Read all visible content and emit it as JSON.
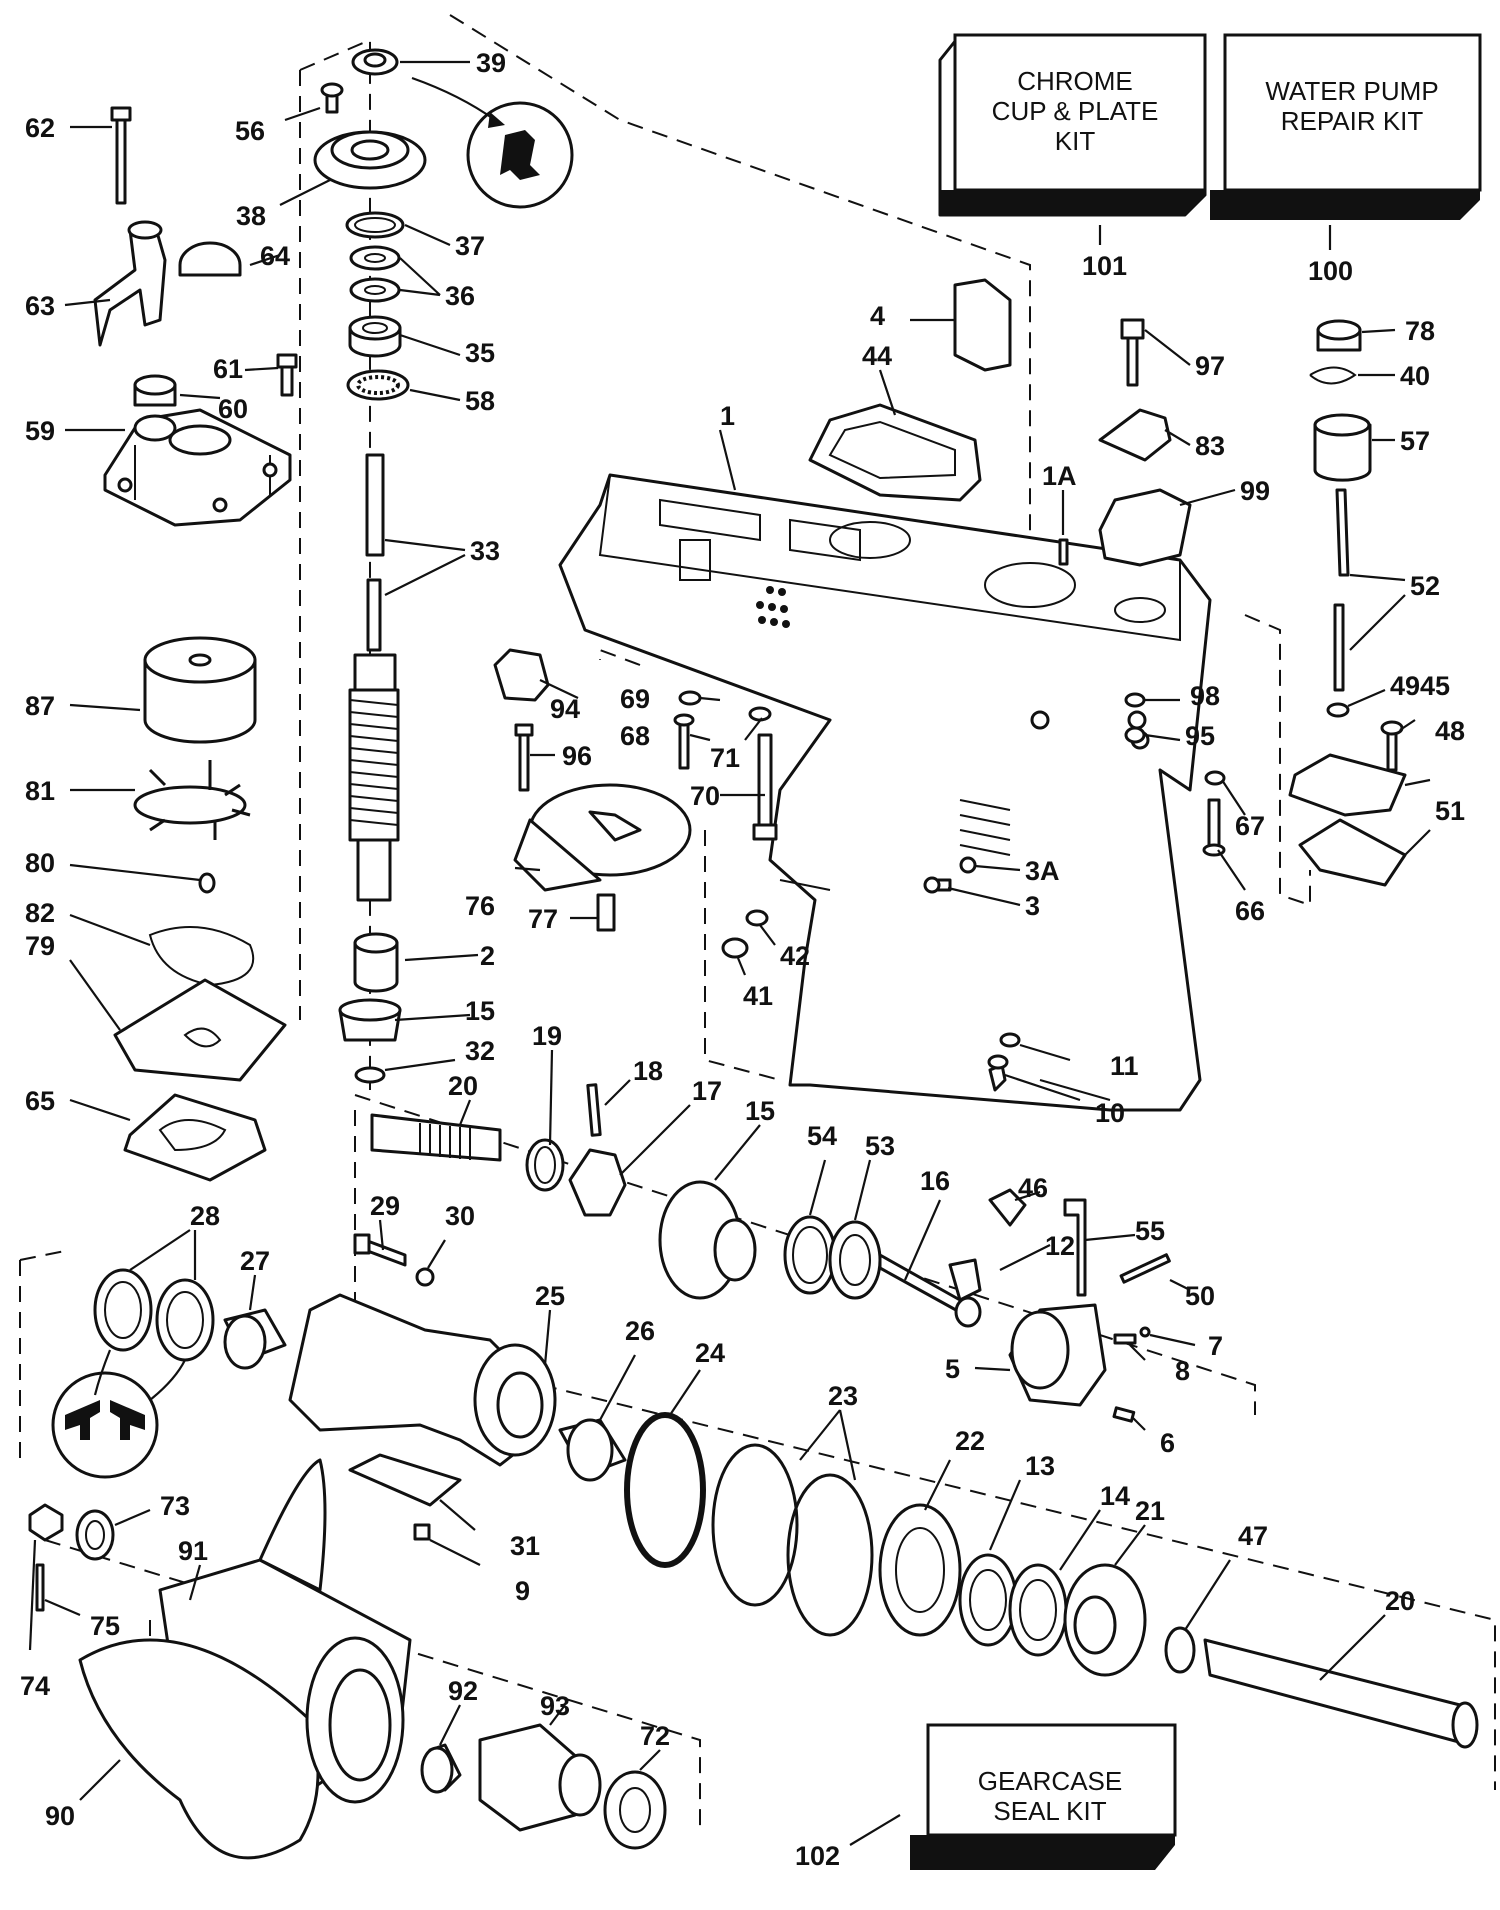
{
  "kits": {
    "chrome_cup": {
      "lines": [
        "CHROME",
        "CUP & PLATE",
        "KIT"
      ],
      "number": "101"
    },
    "water_pump": {
      "lines": [
        "WATER PUMP",
        "REPAIR KIT"
      ],
      "number": "100"
    },
    "gearcase_seal": {
      "lines": [
        "GEARCASE",
        "SEAL KIT"
      ],
      "number": "102"
    }
  },
  "callouts": {
    "p1": "1",
    "p1a": "1A",
    "p2": "2",
    "p3": "3",
    "p3a": "3A",
    "p4": "4",
    "p5": "5",
    "p6": "6",
    "p7": "7",
    "p8": "8",
    "p9": "9",
    "p10": "10",
    "p11": "11",
    "p12": "12",
    "p13": "13",
    "p14": "14",
    "p15a": "15",
    "p15b": "15",
    "p16": "16",
    "p17": "17",
    "p18": "18",
    "p19": "19",
    "p20a": "20",
    "p20b": "20",
    "p21": "21",
    "p22": "22",
    "p23": "23",
    "p24": "24",
    "p25": "25",
    "p26": "26",
    "p27": "27",
    "p28": "28",
    "p29": "29",
    "p30": "30",
    "p31": "31",
    "p32": "32",
    "p33": "33",
    "p35": "35",
    "p36": "36",
    "p37": "37",
    "p38": "38",
    "p39": "39",
    "p40": "40",
    "p41": "41",
    "p42": "42",
    "p44": "44",
    "p45": "45",
    "p46": "46",
    "p47": "47",
    "p48": "48",
    "p49": "49",
    "p50": "50",
    "p51": "51",
    "p52": "52",
    "p53": "53",
    "p54": "54",
    "p55": "55",
    "p56": "56",
    "p57": "57",
    "p58": "58",
    "p59": "59",
    "p60": "60",
    "p61": "61",
    "p62": "62",
    "p63": "63",
    "p64": "64",
    "p65": "65",
    "p66": "66",
    "p67": "67",
    "p68": "68",
    "p69": "69",
    "p70": "70",
    "p71": "71",
    "p72": "72",
    "p73": "73",
    "p74": "74",
    "p75": "75",
    "p76": "76",
    "p77": "77",
    "p78": "78",
    "p79": "79",
    "p80": "80",
    "p81": "81",
    "p82": "82",
    "p83": "83",
    "p87": "87",
    "p90": "90",
    "p91": "91",
    "p92": "92",
    "p93": "93",
    "p94": "94",
    "p95": "95",
    "p96": "96",
    "p97": "97",
    "p98": "98",
    "p99": "99"
  },
  "icons": {
    "lubricant": "lubricant-icon",
    "seal_install": "seal-install-icon"
  }
}
